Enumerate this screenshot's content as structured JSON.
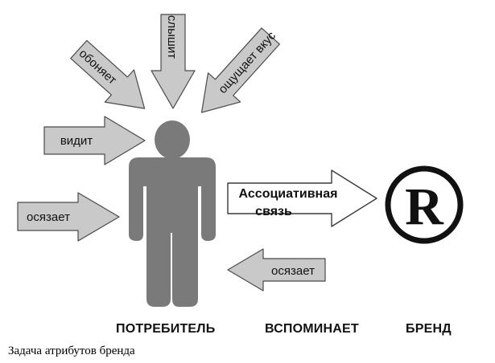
{
  "arrows": {
    "smells": "обоняет",
    "hears": "слышит",
    "tastes": "ощущает вкус",
    "sees": "видит",
    "touches_left": "осязает",
    "touches_return": "осязает"
  },
  "association": {
    "line1": "Ассоциативная",
    "line2": "связь"
  },
  "brand_symbol": "R",
  "labels": {
    "consumer": "ПОТРЕБИТЕЛЬ",
    "remembers": "ВСПОМИНАЕТ",
    "brand": "БРЕНД"
  },
  "caption": "Задача атрибутов бренда"
}
